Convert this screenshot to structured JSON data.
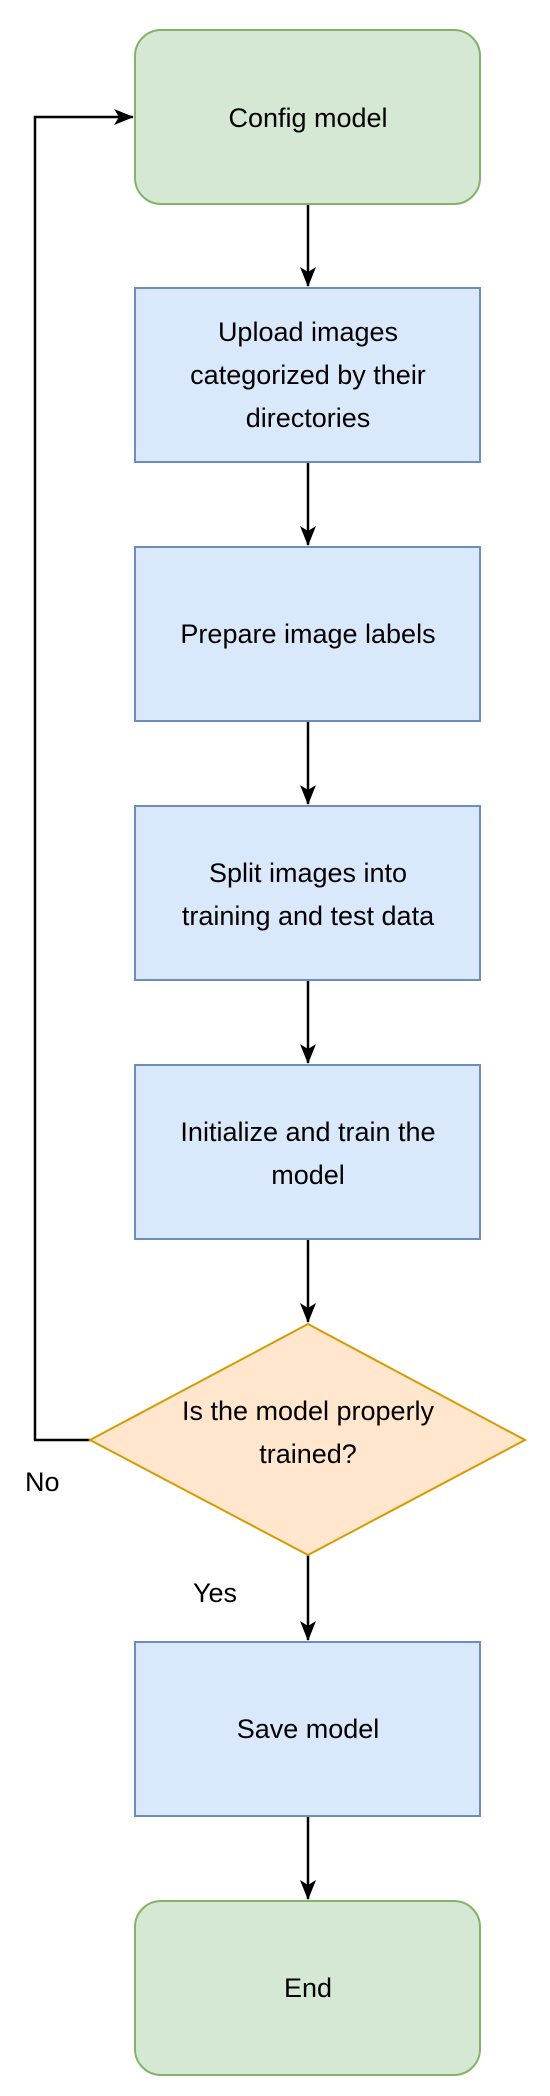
{
  "nodes": {
    "config": {
      "line1": "Config model"
    },
    "upload": {
      "line1": "Upload images",
      "line2": "categorized by their",
      "line3": "directories"
    },
    "labels": {
      "line1": "Prepare image labels"
    },
    "split": {
      "line1": "Split images into",
      "line2": "training and test data"
    },
    "train": {
      "line1": "Initialize and train the",
      "line2": "model"
    },
    "decision": {
      "line1": "Is the model properly",
      "line2": "trained?"
    },
    "save": {
      "line1": "Save model"
    },
    "end": {
      "line1": "End"
    }
  },
  "edges": {
    "no_label": "No",
    "yes_label": "Yes"
  },
  "colors": {
    "terminal_fill": "#d5e8d4",
    "terminal_stroke": "#82b366",
    "process_fill": "#dae8fc",
    "process_stroke": "#6c8ebf",
    "decision_fill": "#ffe6cc",
    "decision_stroke": "#d79b00",
    "arrow": "#000000"
  }
}
